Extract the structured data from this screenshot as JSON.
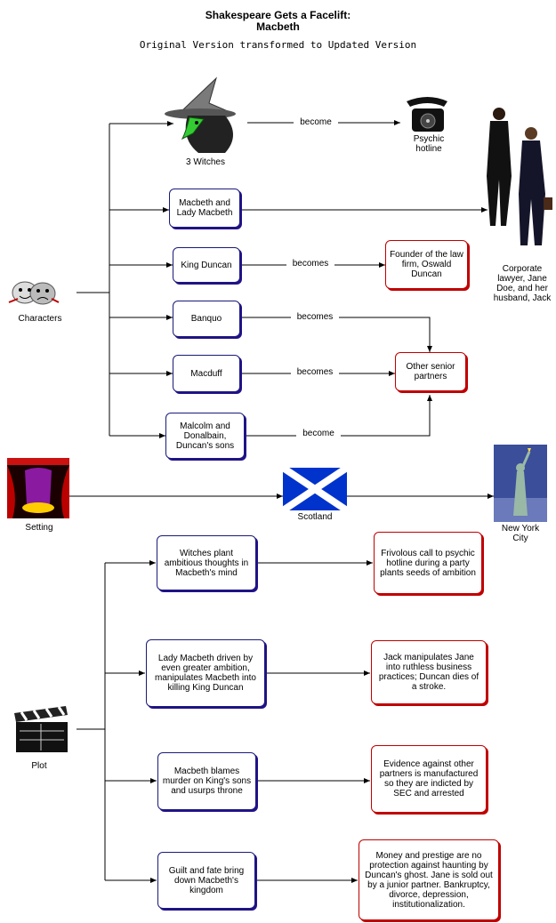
{
  "header": {
    "title_line1": "Shakespeare Gets a Facelift:",
    "title_line2": "Macbeth",
    "subtitle": "Original Version transformed to Updated Version"
  },
  "characters": {
    "label": "Characters",
    "witches": "3 Witches",
    "psychic": "Psychic hotline",
    "corporate": "Corporate lawyer, Jane Doe, and her husband, Jack",
    "macbeth": "Macbeth and Lady Macbeth",
    "duncan": "King Duncan",
    "founder": "Founder of the law firm, Oswald Duncan",
    "banquo": "Banquo",
    "macduff": "Macduff",
    "partners": "Other senior partners",
    "malcolm": "Malcolm and Donalbain, Duncan's sons"
  },
  "connectors": {
    "become_witches": "become",
    "becomes_duncan": "becomes",
    "becomes_banquo": "becomes",
    "becomes_macduff": "becomes",
    "become_sons": "become"
  },
  "setting": {
    "label": "Setting",
    "scotland": "Scotland",
    "nyc": "New York City"
  },
  "plot": {
    "label": "Plot",
    "original": [
      "Witches plant ambitious thoughts in Macbeth's mind",
      "Lady Macbeth driven by even greater ambition, manipulates Macbeth into killing King Duncan",
      "Macbeth blames murder on King's sons and usurps throne",
      "Guilt and fate bring down Macbeth's kingdom"
    ],
    "updated": [
      "Frivolous call to psychic hotline during a party plants seeds of ambition",
      "Jack manipulates Jane into ruthless business practices; Duncan dies of a stroke.",
      "Evidence against other partners is manufactured so they are indicted by SEC and arrested",
      "Money and prestige are no protection against haunting by Duncan's ghost. Jane is sold out by a junior partner. Bankruptcy, divorce, depression, institutionalization."
    ]
  },
  "icons": [
    "witch-icon",
    "telephone-icon",
    "business-people-icon",
    "theater-masks-icon",
    "theater-curtain-icon",
    "scotland-flag-icon",
    "statue-of-liberty-icon",
    "clapperboard-icon"
  ],
  "colors": {
    "blue_border": "#22118a",
    "red_border": "#c00000",
    "flag_blue": "#0033cc"
  }
}
